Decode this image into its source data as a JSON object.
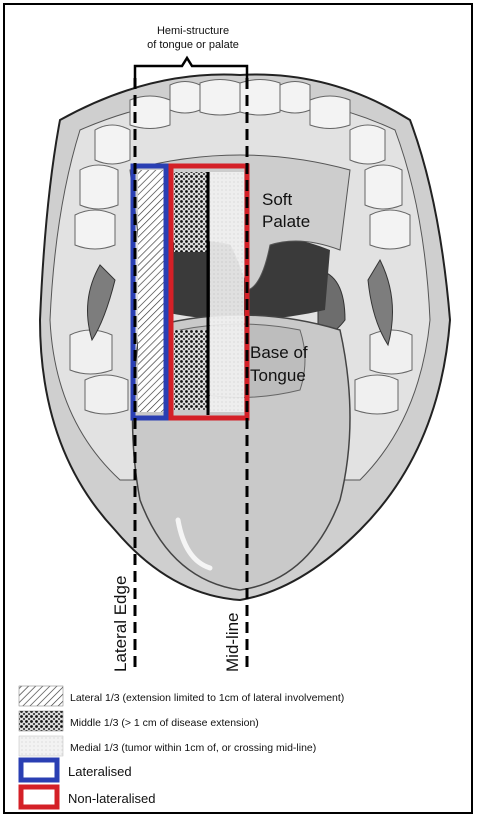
{
  "header": {
    "bracket_label_line1": "Hemi-structure",
    "bracket_label_line2": "of tongue or palate"
  },
  "labels": {
    "soft_palate_line1": "Soft",
    "soft_palate_line2": "Palate",
    "base_tongue_line1": "Base of",
    "base_tongue_line2": "Tongue",
    "lateral_edge": "Lateral Edge",
    "mid_line": "Mid-line"
  },
  "legend": {
    "items": [
      {
        "label": "Lateral 1/3 (extension limited to 1cm of lateral involvement)"
      },
      {
        "label": "Middle 1/3 (> 1 cm of disease extension)"
      },
      {
        "label": "Medial 1/3 (tumor within 1cm of, or crossing mid-line)"
      },
      {
        "label": "Lateralised",
        "color": "#2a3fb3"
      },
      {
        "label": "Non-lateralised",
        "color": "#d42027"
      }
    ]
  }
}
